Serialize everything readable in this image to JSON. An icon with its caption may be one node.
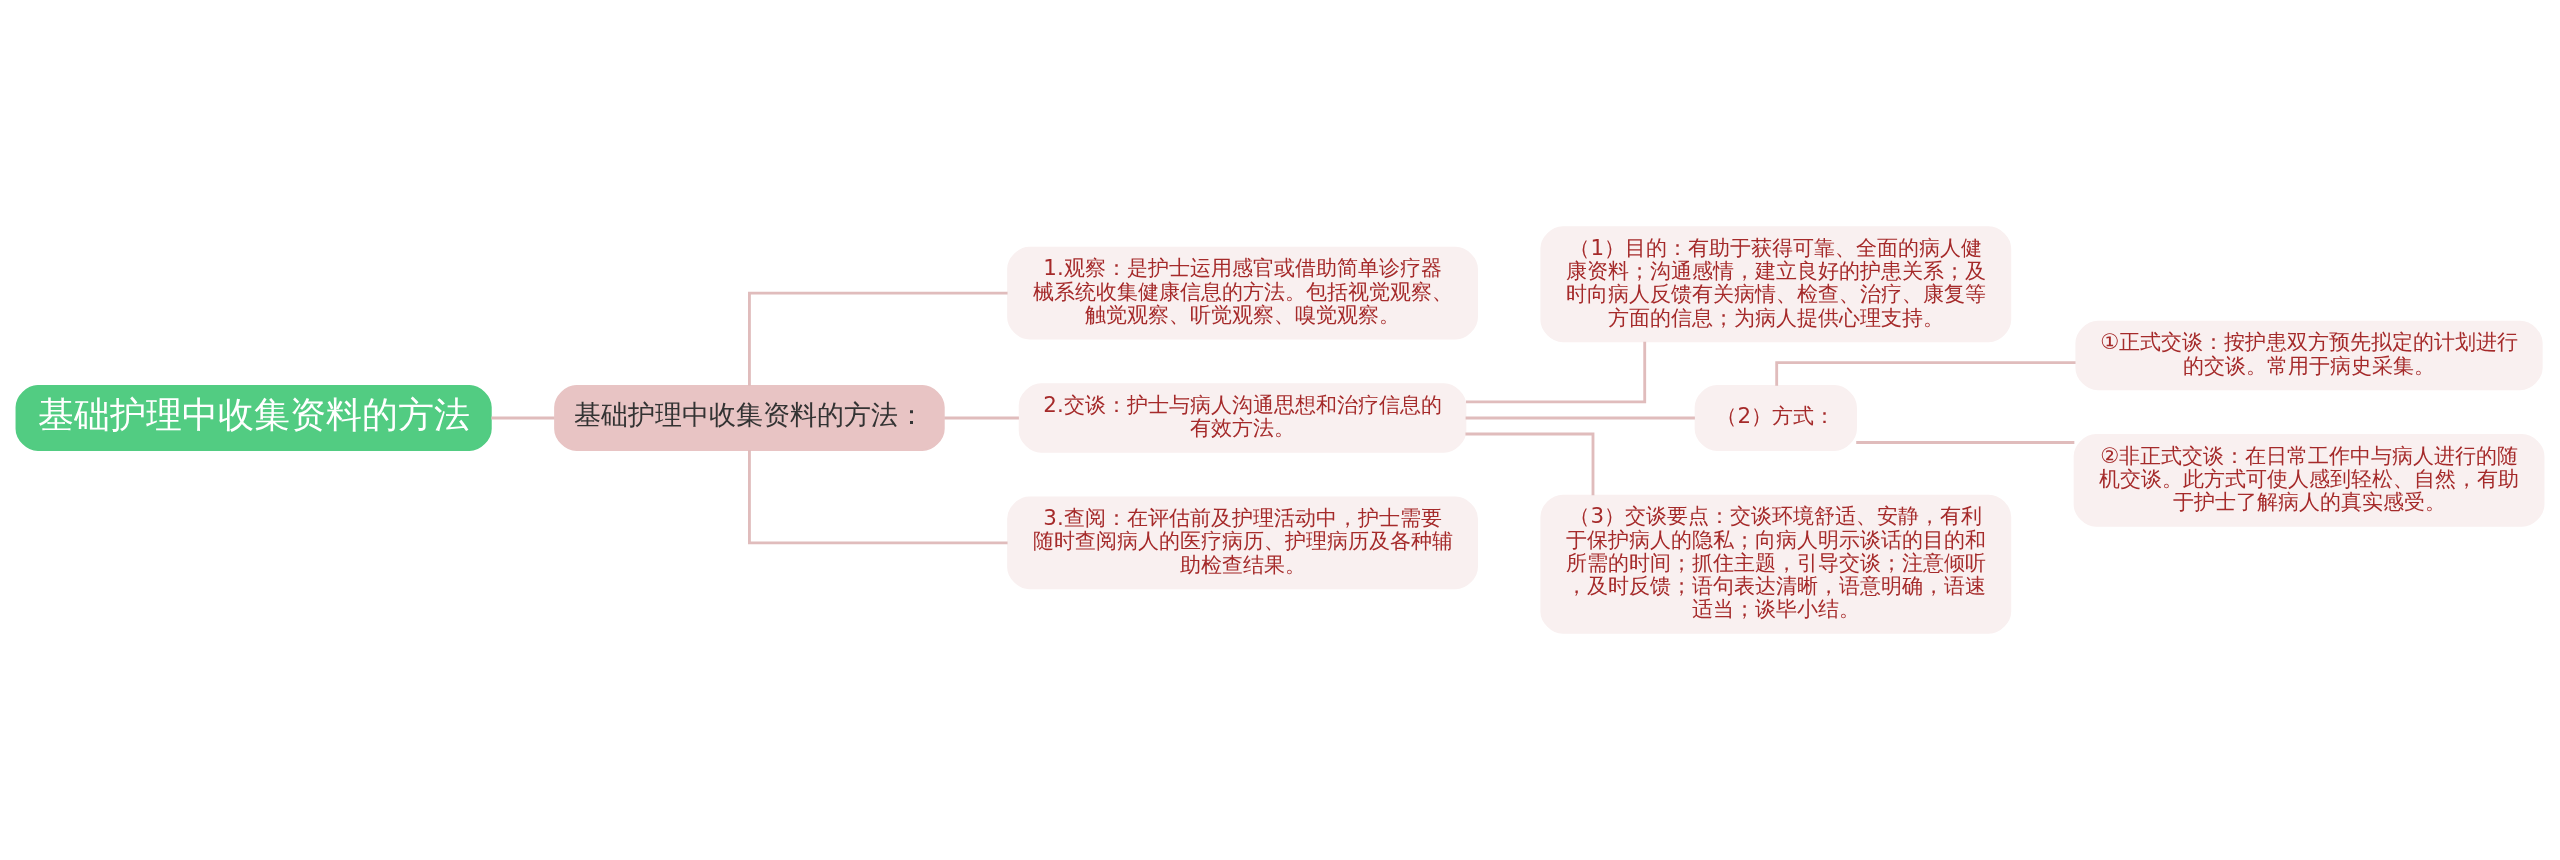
{
  "diagram": {
    "nodes": [
      {
        "text": [
          "基础护理中收集资料的方法"
        ]
      },
      {
        "text": [
          "基础护理中收集资料的方法："
        ]
      },
      {
        "text": [
          "1.观察：是护士运用感官或借助简单诊疗器械系统收集健康信息的方法。包括视觉观察、触觉观察、听觉观察、嗅觉观察。"
        ]
      },
      {
        "text": [
          "2.交谈：护士与病人沟通思想和治疗信息的有效方法。"
        ]
      },
      {
        "text": [
          "（1）目的：有助于获得可靠、全面的病人健康资料；沟通感情，建立良好的护患关系；及时向病人反馈有关病情、检查、治疗、康复等方面的信息；为病人提供心理支持。"
        ]
      },
      {
        "text": [
          "（2）方式："
        ]
      },
      {
        "text": [
          "①正式交谈：按护患双方预先拟定的计划进行的交谈。常用于病史采集。"
        ]
      },
      {
        "text": [
          "②非正式交谈：在日常工作中与病人进行的随机交谈。此方式可使人感到轻松、自然，有助于护士了解病人的真实感受。"
        ]
      },
      {
        "text": [
          "（3）交谈要点：交谈环境舒适、安静，有利于保护病人的隐私；向病人明示谈话的目的和所需的时间；抓住主题，引导交谈；注意倾听，及时反馈；语句表达清晰，语意明确，语速适当；谈毕小结。"
        ]
      },
      {
        "text": [
          "3.查阅：在评估前及护理活动中，护士需要随时查阅病人的医疗病历、护理病历及各种辅助检查结果。"
        ]
      }
    ],
    "edges": [
      {
        "from": 0,
        "to": 1,
        "arrow": "none"
      },
      {
        "from": 1,
        "to": 2,
        "arrow": "none"
      },
      {
        "from": 1,
        "to": 3,
        "arrow": "none"
      },
      {
        "from": 3,
        "to": 4,
        "arrow": "none"
      },
      {
        "from": 3,
        "to": 5,
        "arrow": "none"
      },
      {
        "from": 5,
        "to": 6,
        "arrow": "none"
      },
      {
        "from": 5,
        "to": 7,
        "arrow": "none"
      },
      {
        "from": 3,
        "to": 8,
        "arrow": "none"
      },
      {
        "from": 1,
        "to": 9,
        "arrow": "none"
      }
    ]
  }
}
